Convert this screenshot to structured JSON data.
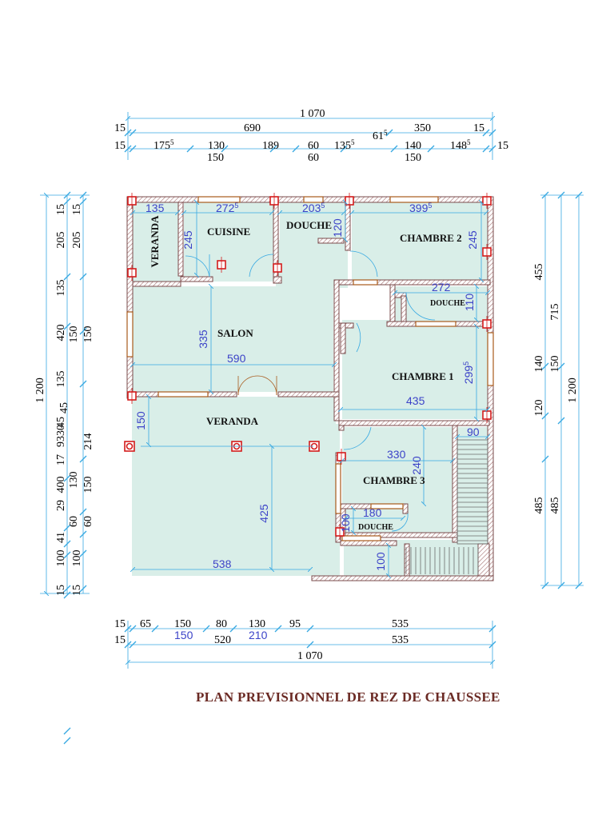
{
  "title": "PLAN  PREVISIONNEL DE REZ DE CHAUSSEE",
  "rooms": {
    "veranda_top": "VERANDA",
    "cuisine": "CUISINE",
    "douche_top": "DOUCHE",
    "chambre2": "CHAMBRE 2",
    "douche_right": "DOUCHE",
    "salon": "SALON",
    "chambre1": "CHAMBRE 1",
    "veranda_mid": "VERANDA",
    "chambre3": "CHAMBRE 3",
    "douche_bottom": "DOUCHE"
  },
  "top_dims": {
    "total": "1 070",
    "r2": [
      "15",
      "690",
      "61",
      "5",
      "350",
      "15"
    ],
    "r3": [
      "15",
      "175",
      "5",
      "130",
      "189",
      "60",
      "135",
      "5",
      "140",
      "148",
      "5",
      "15"
    ],
    "r4": [
      "150",
      "60",
      "150"
    ]
  },
  "bottom_dims": {
    "r1": [
      "15",
      "65",
      "150",
      "80",
      "130",
      "95",
      "535"
    ],
    "r2": [
      "15",
      "150",
      "520",
      "210",
      "535"
    ],
    "total": "1 070"
  },
  "left_dims": {
    "total": "1 200",
    "c2": [
      "15",
      "205",
      "135",
      "420",
      "135",
      "45",
      "30",
      "93",
      "17",
      "400",
      "29",
      "41",
      "100",
      "15"
    ],
    "c2b": [
      "45"
    ],
    "c3": [
      "15",
      "205",
      "150",
      "150",
      "214",
      "150",
      "130",
      "60",
      "60",
      "100",
      "15"
    ]
  },
  "right_dims": {
    "c1": [
      "455",
      "140",
      "120",
      "485"
    ],
    "c2": [
      "150",
      "485"
    ],
    "c3": [
      "715",
      "1 200"
    ]
  },
  "interior_dims": [
    "135",
    "272",
    "5",
    "203",
    "5",
    "120",
    "399",
    "5",
    "245",
    "245",
    "272",
    "110",
    "335",
    "590",
    "299",
    "5",
    "435",
    "150",
    "90",
    "330",
    "240",
    "425",
    "180",
    "100",
    "538",
    "100"
  ],
  "colors": {
    "floor": "#d9eee8",
    "wall": "#ffffff",
    "wall_hatch": "#a26f6f",
    "door_frame": "#a85a1c",
    "column": "#d41c1c",
    "dim_line": "#37a9e2",
    "dim_text": "#3c43c8",
    "title": "#6b2a24"
  }
}
